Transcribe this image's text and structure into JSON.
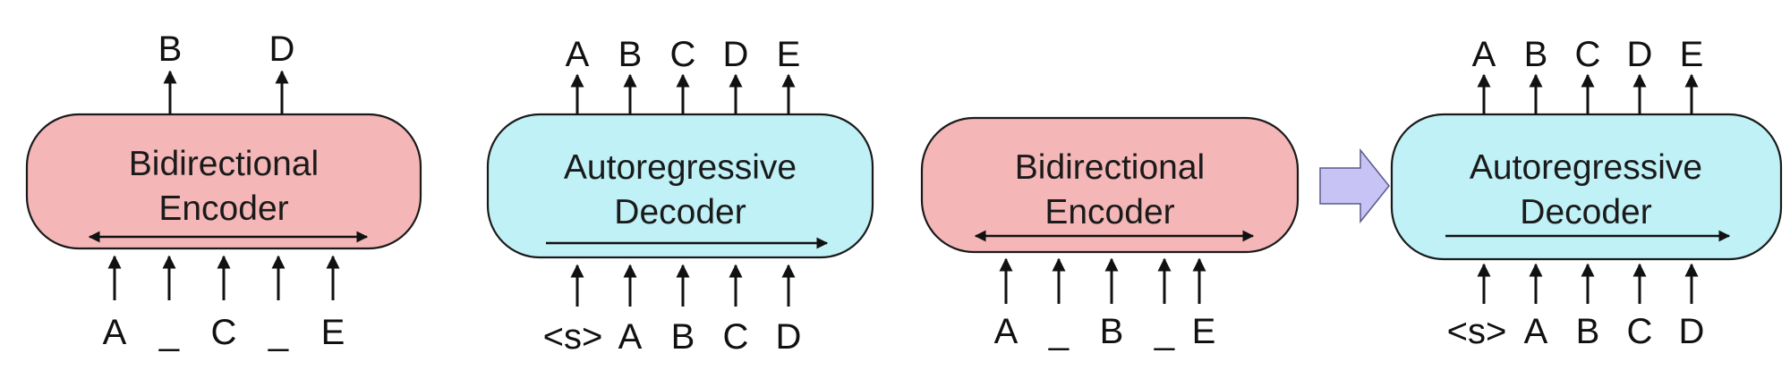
{
  "panels": {
    "bert": {
      "box_label_line1": "Bidirectional",
      "box_label_line2": "Encoder",
      "outputs": [
        "B",
        "D"
      ],
      "inputs": [
        "A",
        "_",
        "C",
        "_",
        "E"
      ]
    },
    "gpt": {
      "box_label_line1": "Autoregressive",
      "box_label_line2": "Decoder",
      "outputs": [
        "A",
        "B",
        "C",
        "D",
        "E"
      ],
      "inputs": [
        "<s>",
        "A",
        "B",
        "C",
        "D"
      ]
    },
    "bart_encoder": {
      "box_label_line1": "Bidirectional",
      "box_label_line2": "Encoder",
      "inputs": [
        "A",
        "_",
        "B",
        "_",
        "E"
      ]
    },
    "bart_decoder": {
      "box_label_line1": "Autoregressive",
      "box_label_line2": "Decoder",
      "outputs": [
        "A",
        "B",
        "C",
        "D",
        "E"
      ],
      "inputs": [
        "<s>",
        "A",
        "B",
        "C",
        "D"
      ]
    }
  },
  "colors": {
    "encoder_fill": "#f4b6b7",
    "decoder_fill": "#bff1f6",
    "connector_arrow_fill": "#c7c3f5"
  }
}
